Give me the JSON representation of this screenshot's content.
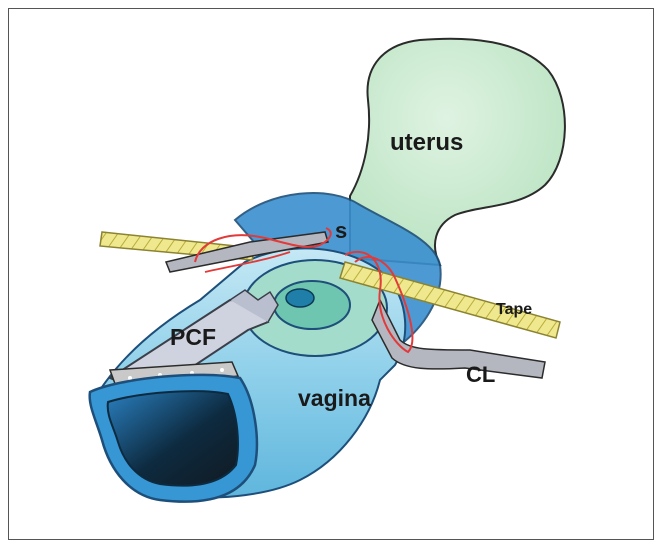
{
  "figure": {
    "labels": {
      "uterus": "uterus",
      "s": "s",
      "tape": "Tape",
      "pcf": "PCF",
      "cl": "CL",
      "vagina": "vagina"
    },
    "colors": {
      "uterus_fill": "#c9e9cf",
      "vagina_light": "#a9dcef",
      "vagina_mid": "#5fb6dd",
      "vagina_dark": "#1e7cc0",
      "lumen": "#0d2a3f",
      "tape": "#e9e07a",
      "suture": "#e23a3a",
      "ligament": "#a7a9b3",
      "pcf": "#c8ccd9",
      "cervix": "#9fd9c3"
    }
  }
}
